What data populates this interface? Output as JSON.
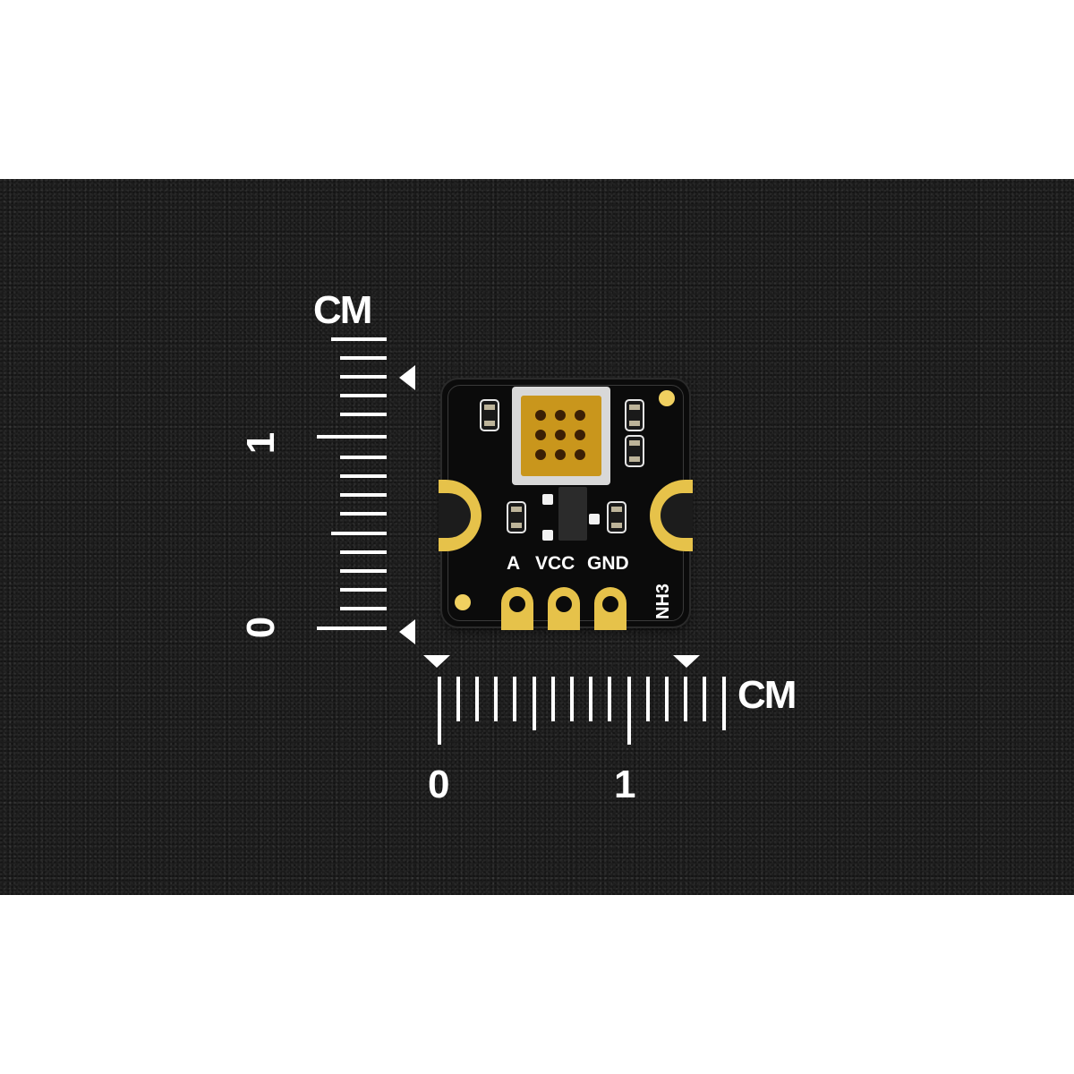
{
  "photo": {
    "subject": "NH3 gas sensor module PCB",
    "background": "dark textured surface",
    "colors": {
      "background": "#1c1c1c",
      "pcb": "#0b0b0b",
      "gold_pads": "#e6c24a",
      "sensor_window": "#c9961c",
      "silkscreen": "#ffffff"
    }
  },
  "board": {
    "pin_labels": [
      "A",
      "VCC",
      "GND"
    ],
    "model_label": "NH3"
  },
  "rulers": {
    "vertical": {
      "unit": "CM",
      "labels": [
        "1",
        "0"
      ]
    },
    "horizontal": {
      "unit": "CM",
      "labels": [
        "0",
        "1"
      ]
    }
  }
}
